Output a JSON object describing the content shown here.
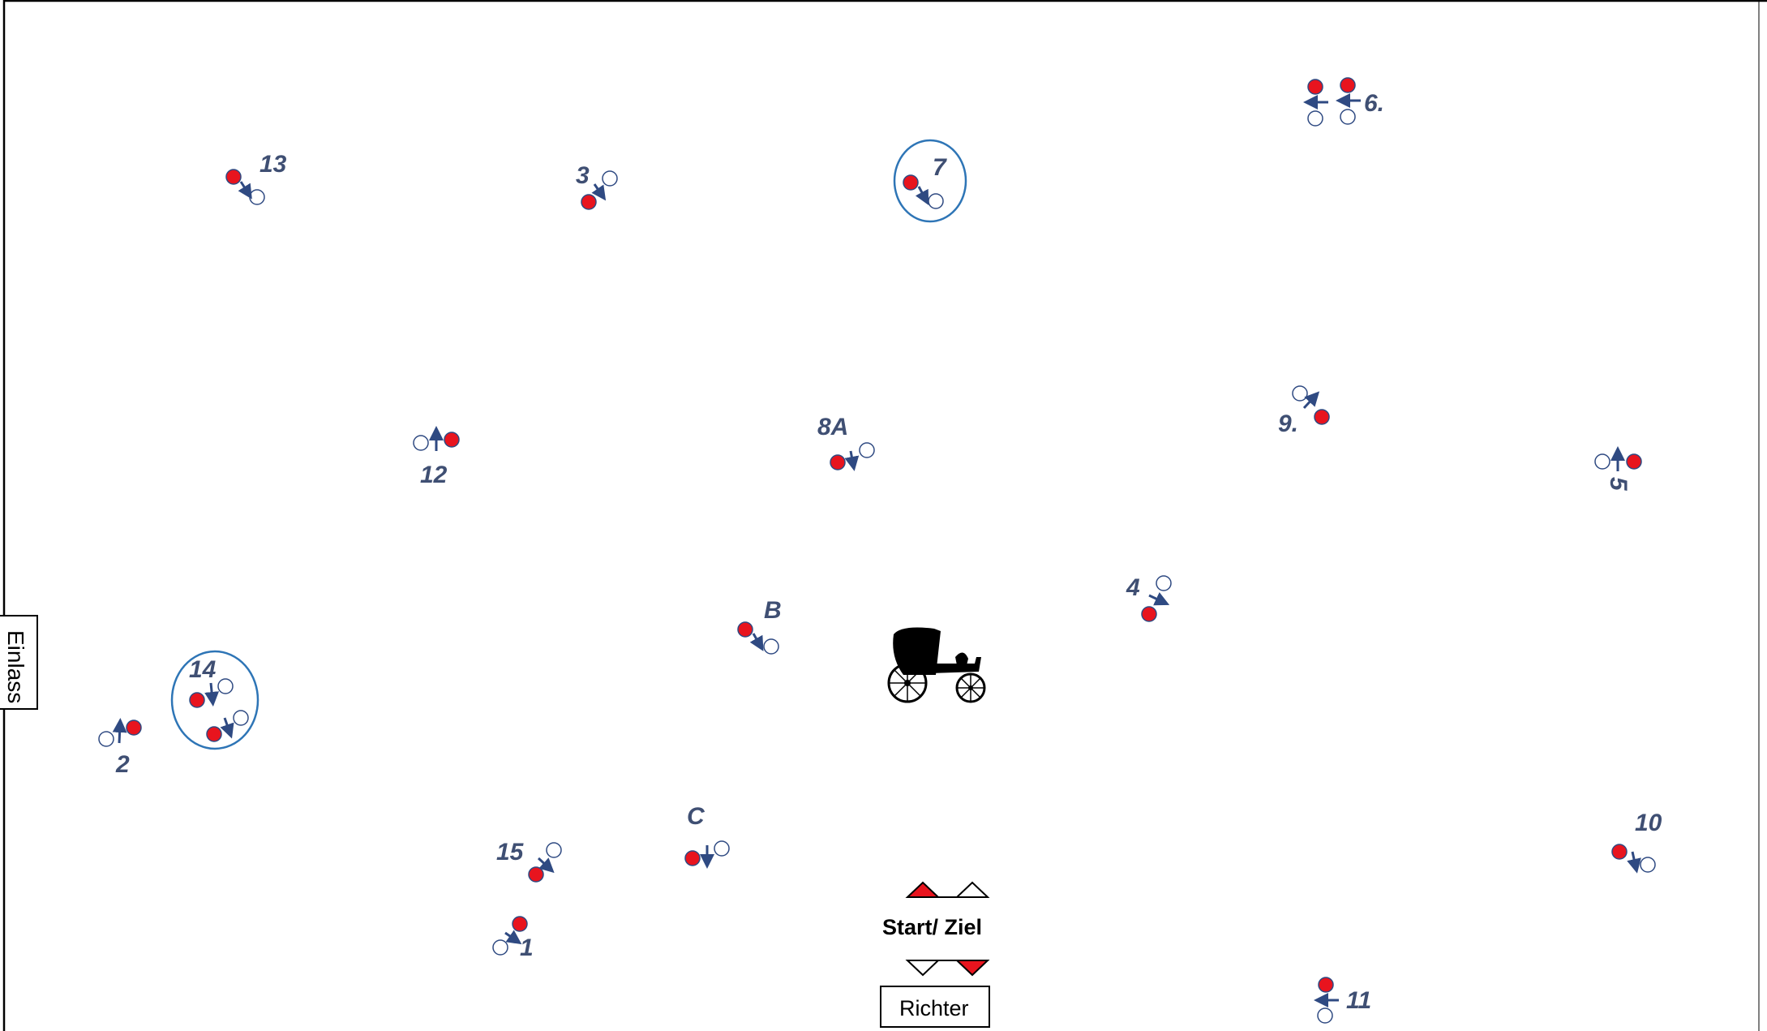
{
  "arena": {
    "entrance_label": "Einlass",
    "start_finish_label": "Start/ Ziel",
    "judge_label": "Richter",
    "colors": {
      "red_marker": "#e8141e",
      "white_marker": "#ffffff",
      "outline": "#2f4a82",
      "arrow": "#2f4a82",
      "combination_ring": "#2e75b6",
      "label_text": "#3f4f73"
    },
    "icons": [
      "carriage-icon",
      "start-marker-red-icon",
      "start-marker-white-icon"
    ]
  },
  "obstacles": [
    {
      "id": "13",
      "label": "13"
    },
    {
      "id": "3",
      "label": "3"
    },
    {
      "id": "7",
      "label": "7"
    },
    {
      "id": "6",
      "label": "6."
    },
    {
      "id": "12",
      "label": "12"
    },
    {
      "id": "8a",
      "label": "8A"
    },
    {
      "id": "9",
      "label": "9."
    },
    {
      "id": "5",
      "label": "5"
    },
    {
      "id": "4",
      "label": "4"
    },
    {
      "id": "b",
      "label": "B"
    },
    {
      "id": "14",
      "label": "14"
    },
    {
      "id": "2",
      "label": "2"
    },
    {
      "id": "c",
      "label": "C"
    },
    {
      "id": "15",
      "label": "15"
    },
    {
      "id": "1",
      "label": "1"
    },
    {
      "id": "10",
      "label": "10"
    },
    {
      "id": "11",
      "label": "11"
    }
  ]
}
